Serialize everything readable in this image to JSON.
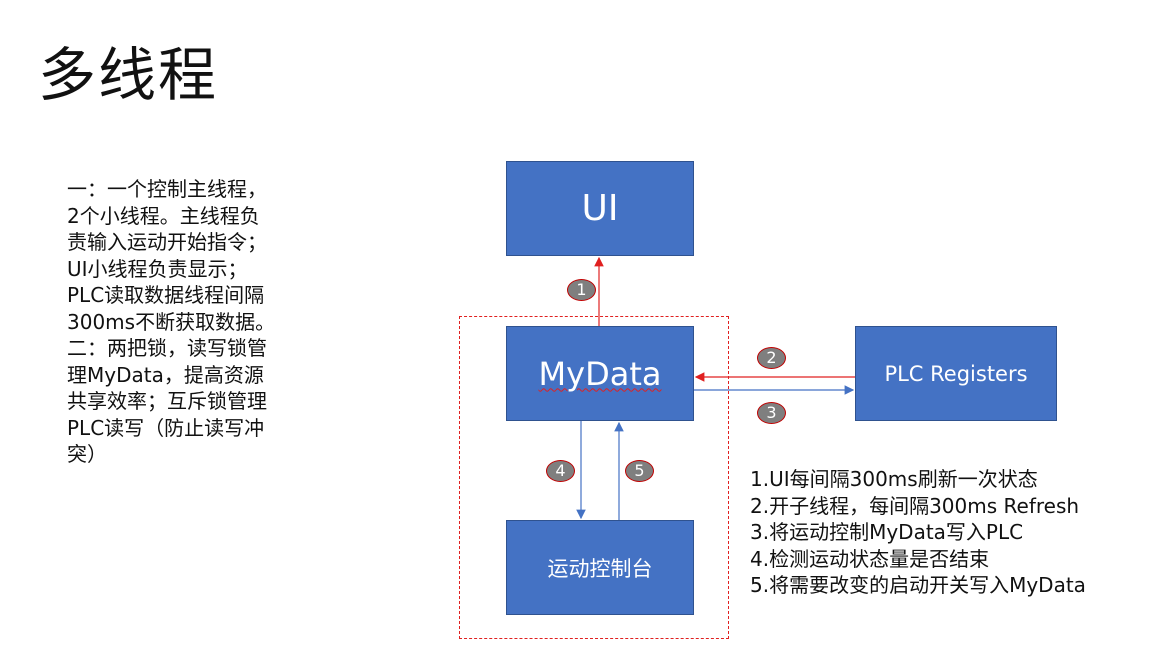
{
  "title": "多线程",
  "left_lines": [
    "一：一个控制主线程，",
    "2个小线程。主线程负",
    "责输入运动开始指令；",
    "UI小线程负责显示；",
    "PLC读取数据线程间隔",
    "300ms不断获取数据。",
    "二：两把锁，读写锁管",
    "理MyData，提高资源",
    "共享效率；互斥锁管理",
    "PLC读写（防止读写冲",
    "突）"
  ],
  "boxes": {
    "ui": "UI",
    "mydata": "MyData",
    "plc": "PLC Registers",
    "console": "运动控制台"
  },
  "badges": [
    "1",
    "2",
    "3",
    "4",
    "5"
  ],
  "steps": [
    "1.UI每间隔300ms刷新一次状态",
    "2.开子线程，每间隔300ms Refresh",
    "3.将运动控制MyData写入PLC",
    "4.检测运动状态量是否结束",
    "5.将需要改变的启动开关写入MyData"
  ],
  "colors": {
    "box_fill": "#4472c4",
    "arrow_red": "#e02020",
    "arrow_blue": "#4472c4",
    "badge_fill": "#7f7f7f"
  }
}
